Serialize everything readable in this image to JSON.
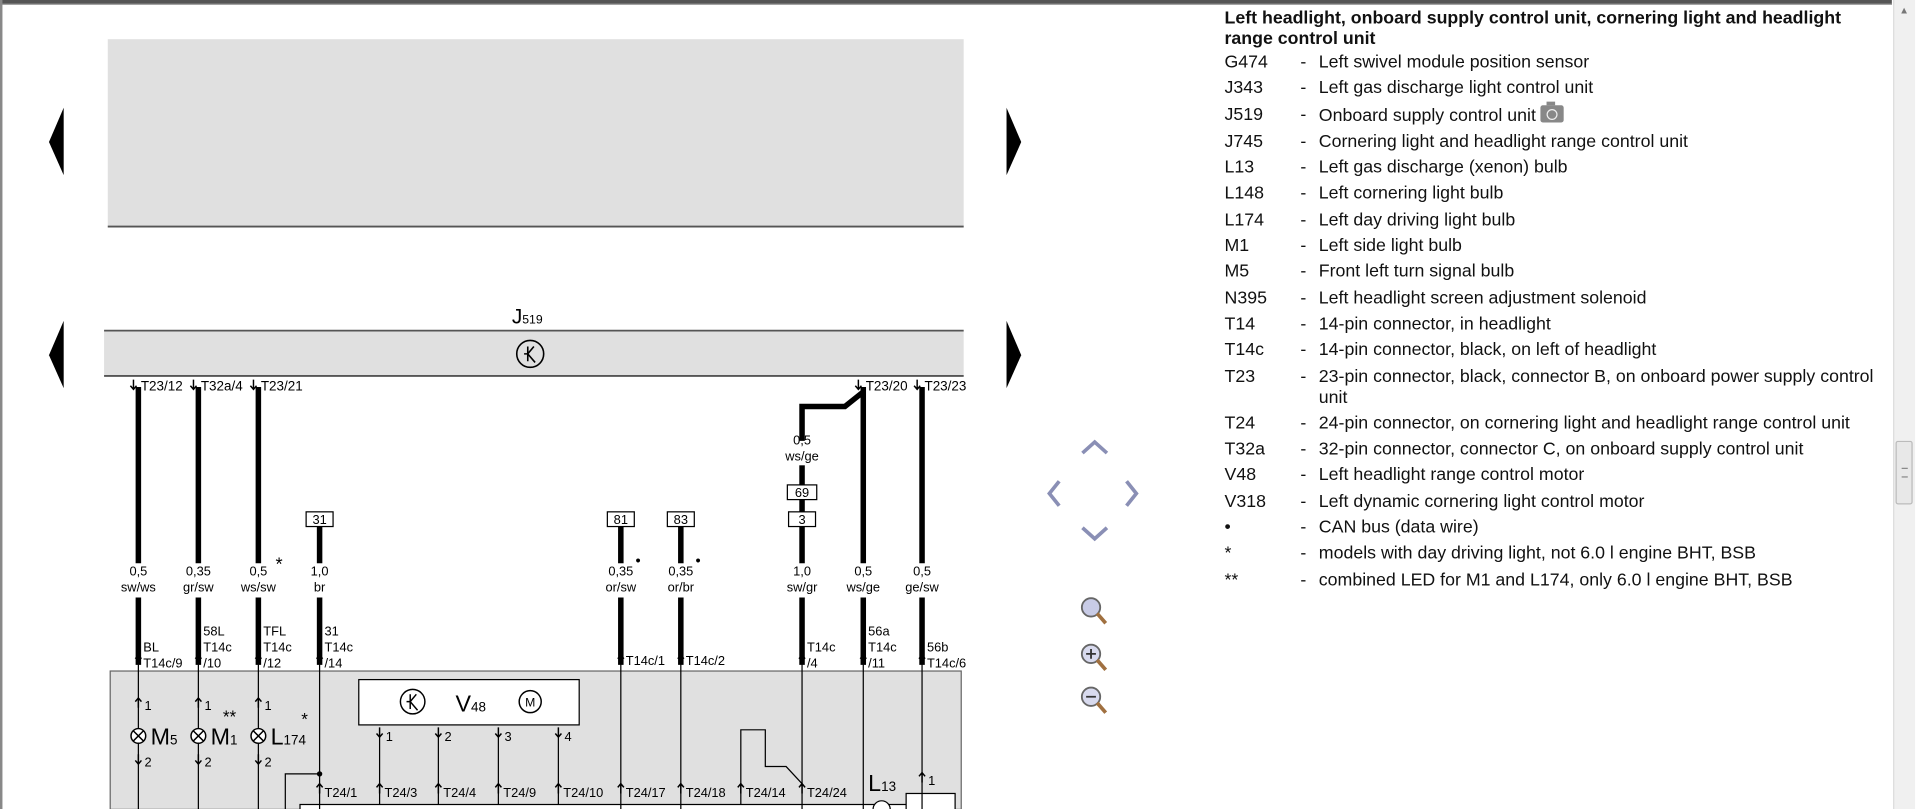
{
  "legend": {
    "title": "Left headlight, onboard supply control unit, cornering light and headlight range control unit",
    "items": [
      {
        "code": "G474",
        "desc": "Left swivel module position sensor"
      },
      {
        "code": "J343",
        "desc": "Left gas discharge light control unit"
      },
      {
        "code": "J519",
        "desc": "Onboard supply control unit",
        "icon": "camera-icon"
      },
      {
        "code": "J745",
        "desc": "Cornering light and headlight range control unit"
      },
      {
        "code": "L13",
        "desc": "Left gas discharge (xenon) bulb"
      },
      {
        "code": "L148",
        "desc": "Left cornering light bulb"
      },
      {
        "code": "L174",
        "desc": "Left day driving light bulb"
      },
      {
        "code": "M1",
        "desc": "Left side light bulb"
      },
      {
        "code": "M5",
        "desc": "Front left turn signal bulb"
      },
      {
        "code": "N395",
        "desc": "Left headlight screen adjustment solenoid"
      },
      {
        "code": "T14",
        "desc": "14-pin connector, in headlight"
      },
      {
        "code": "T14c",
        "desc": "14-pin connector, black, on left of headlight"
      },
      {
        "code": "T23",
        "desc": "23-pin connector, black, connector B, on onboard power supply control unit"
      },
      {
        "code": "T24",
        "desc": "24-pin connector, on cornering light and headlight range control unit"
      },
      {
        "code": "T32a",
        "desc": "32-pin connector, connector C, on onboard supply control unit"
      },
      {
        "code": "V48",
        "desc": "Left headlight range control motor"
      },
      {
        "code": "V318",
        "desc": "Left dynamic cornering light control motor"
      },
      {
        "code": "•",
        "desc": "CAN bus (data wire)"
      },
      {
        "code": "*",
        "desc": "models with day driving light, not 6.0 l engine BHT, BSB"
      },
      {
        "code": "**",
        "desc": "combined LED for M1 and L174, only 6.0 l engine BHT, BSB"
      }
    ],
    "dash": "-"
  },
  "diagram": {
    "j519": {
      "letter": "J",
      "num": "519"
    },
    "wires": [
      {
        "pin": "T23/12",
        "size": "0,5",
        "color": "sw/ws",
        "lower": [
          "BL",
          "T14c/9"
        ]
      },
      {
        "pin": "T32a/4",
        "size": "0,35",
        "color": "gr/sw",
        "lower": [
          "58L",
          "T14c",
          "/10"
        ]
      },
      {
        "pin": "T23/21",
        "size": "0,5",
        "color": "ws/sw",
        "mark": "*",
        "lower": [
          "TFL",
          "T14c",
          "/12"
        ]
      },
      {
        "box": "31",
        "size": "1,0",
        "color": "br",
        "lower": [
          "31",
          "T14c",
          "/14"
        ]
      },
      {
        "box": "81",
        "size": "0,35",
        "color": "or/sw",
        "mark": "•",
        "lower": [
          "T14c/1"
        ]
      },
      {
        "box": "83",
        "size": "0,35",
        "color": "or/br",
        "mark": "•",
        "lower": [
          "T14c/2"
        ]
      },
      {
        "box": "3",
        "box2": "69",
        "size2": "0,5",
        "color2": "ws/ge",
        "size": "1,0",
        "color": "sw/gr",
        "lower": [
          "T14c",
          "/4"
        ]
      },
      {
        "pin": "T23/20",
        "size": "0,5",
        "color": "ws/ge",
        "lower": [
          "56a",
          "T14c",
          "/11"
        ]
      },
      {
        "pin": "T23/23",
        "size": "0,5",
        "color": "ge/sw",
        "lower": [
          "56b",
          "T14c/6"
        ]
      }
    ],
    "bulbs": [
      {
        "letter": "M",
        "num": "5",
        "pin_top": "1",
        "pin_bottom": "2",
        "mark": ""
      },
      {
        "letter": "M",
        "num": "1",
        "pin_top": "1",
        "pin_bottom": "2",
        "mark": "**"
      },
      {
        "letter": "L",
        "num": "174",
        "pin_top": "1",
        "pin_bottom": "2",
        "mark": "*"
      }
    ],
    "v48": {
      "letter": "V",
      "num": "48",
      "pins": [
        "1",
        "2",
        "3",
        "4"
      ]
    },
    "t24_pins": [
      "T24/1",
      "T24/3",
      "T24/4",
      "T24/9",
      "T24/10",
      "T24/17",
      "T24/18",
      "T24/14",
      "T24/24"
    ],
    "l13": {
      "letter": "L",
      "num": "13"
    },
    "l13_pin": "1"
  }
}
